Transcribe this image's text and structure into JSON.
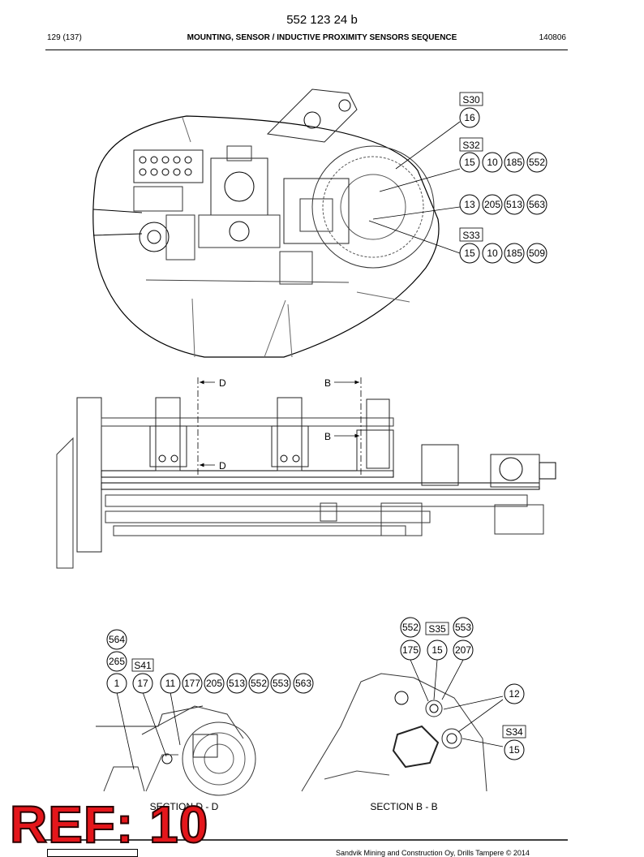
{
  "header": {
    "doc_number": "552 123 24 b",
    "page": "129 (137)",
    "title": "MOUNTING, SENSOR / INDUCTIVE PROXIMITY SENSORS SEQUENCE",
    "date": "140806"
  },
  "top_view": {
    "sensors": {
      "s30": "S30",
      "s32": "S32",
      "s33": "S33"
    },
    "callouts": {
      "s30_row": [
        "16"
      ],
      "s32_row": [
        "15",
        "10",
        "185",
        "552"
      ],
      "mid_row": [
        "13",
        "205",
        "513",
        "563"
      ],
      "s33_row": [
        "15",
        "10",
        "185",
        "509"
      ]
    }
  },
  "side_view": {
    "section_marks": {
      "d_top": "D",
      "b_top": "B",
      "b_low": "B",
      "d_low": "D"
    }
  },
  "section_d": {
    "sensor": "S41",
    "callouts": {
      "top": [
        "564",
        "265"
      ],
      "row": [
        "1",
        "17",
        "11",
        "177",
        "205",
        "513",
        "552",
        "553",
        "563"
      ]
    },
    "caption": "SECTION D - D"
  },
  "section_b": {
    "sensors": {
      "s35": "S35",
      "s34": "S34"
    },
    "callouts": {
      "top": [
        "552",
        "553"
      ],
      "row": [
        "175",
        "15",
        "207"
      ],
      "right_top": "12",
      "right_bottom": "15"
    },
    "caption": "SECTION B - B"
  },
  "stamp": "REF: 10",
  "footer": "Sandvik Mining and Construction Oy, Drills Tampere © 2014"
}
